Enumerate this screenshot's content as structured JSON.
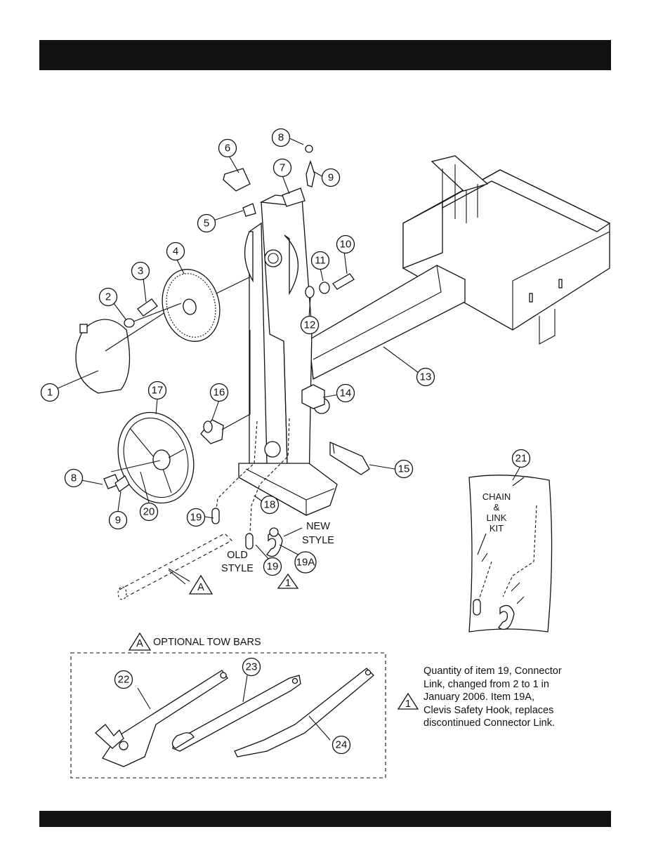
{
  "callouts": [
    {
      "n": "1"
    },
    {
      "n": "2"
    },
    {
      "n": "3"
    },
    {
      "n": "4"
    },
    {
      "n": "5"
    },
    {
      "n": "6"
    },
    {
      "n": "7"
    },
    {
      "n": "8"
    },
    {
      "n": "9"
    },
    {
      "n": "10"
    },
    {
      "n": "11"
    },
    {
      "n": "12"
    },
    {
      "n": "13"
    },
    {
      "n": "14"
    },
    {
      "n": "15"
    },
    {
      "n": "16"
    },
    {
      "n": "17"
    },
    {
      "n": "8"
    },
    {
      "n": "9"
    },
    {
      "n": "20"
    },
    {
      "n": "19"
    },
    {
      "n": "18"
    },
    {
      "n": "19"
    },
    {
      "n": "19A"
    },
    {
      "n": "21"
    },
    {
      "n": "22"
    },
    {
      "n": "23"
    },
    {
      "n": "24"
    }
  ],
  "labels": {
    "new_style_1": "NEW",
    "new_style_2": "STYLE",
    "old_style_1": "OLD",
    "old_style_2": "STYLE",
    "kit_1": "CHAIN",
    "kit_2": "&",
    "kit_3": "LINK",
    "kit_4": "KIT",
    "optional_tow_bars": "OPTIONAL TOW BARS",
    "marker_a": "A",
    "marker_1": "1"
  },
  "note": {
    "lines": [
      "Quantity of item 19, Connector",
      "Link, changed from 2 to 1 in",
      "January 2006. Item 19A,",
      "Clevis Safety Hook, replaces",
      "discontinued Connector Link."
    ]
  }
}
